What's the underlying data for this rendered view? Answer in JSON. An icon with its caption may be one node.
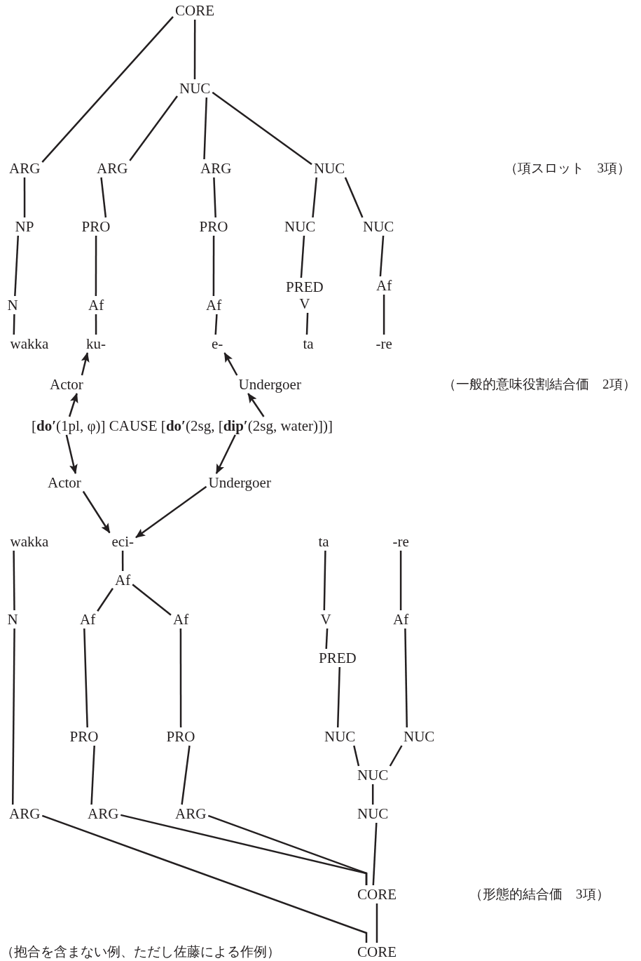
{
  "diagram": {
    "nodes": [
      {
        "text": [
          "CORE"
        ]
      },
      {
        "text": [
          "NUC"
        ]
      },
      {
        "text": [
          "ARG"
        ]
      },
      {
        "text": [
          "ARG"
        ]
      },
      {
        "text": [
          "ARG"
        ]
      },
      {
        "text": [
          "NUC"
        ]
      },
      {
        "text": [
          "NP"
        ]
      },
      {
        "text": [
          "PRO"
        ]
      },
      {
        "text": [
          "PRO"
        ]
      },
      {
        "text": [
          "NUC"
        ]
      },
      {
        "text": [
          "NUC"
        ]
      },
      {
        "text": [
          "N"
        ]
      },
      {
        "text": [
          "Af"
        ]
      },
      {
        "text": [
          "Af"
        ]
      },
      {
        "text": [
          "PRED",
          "V"
        ]
      },
      {
        "text": [
          "Af"
        ]
      },
      {
        "text": [
          "wakka"
        ]
      },
      {
        "text": [
          "ku-"
        ]
      },
      {
        "text": [
          "e-"
        ]
      },
      {
        "text": [
          "ta"
        ]
      },
      {
        "text": [
          "-re"
        ]
      },
      {
        "text": [
          "Actor"
        ]
      },
      {
        "text": [
          "Undergoer"
        ]
      },
      {
        "text": [
          "[**do′**(1pl, φ)] CAUSE [**do′**(2sg, [**dip′**(2sg, water)])]"
        ]
      },
      {
        "text": [
          "Actor"
        ]
      },
      {
        "text": [
          "Undergoer"
        ]
      },
      {
        "text": [
          "wakka"
        ]
      },
      {
        "text": [
          "eci-"
        ]
      },
      {
        "text": [
          "ta"
        ]
      },
      {
        "text": [
          "-re"
        ]
      },
      {
        "text": [
          "Af"
        ]
      },
      {
        "text": [
          "N"
        ]
      },
      {
        "text": [
          "Af"
        ]
      },
      {
        "text": [
          "Af"
        ]
      },
      {
        "text": [
          "V"
        ]
      },
      {
        "text": [
          "Af"
        ]
      },
      {
        "text": [
          "PRED"
        ]
      },
      {
        "text": [
          "PRO"
        ]
      },
      {
        "text": [
          "PRO"
        ]
      },
      {
        "text": [
          "NUC"
        ]
      },
      {
        "text": [
          "NUC"
        ]
      },
      {
        "text": [
          "NUC"
        ]
      },
      {
        "text": [
          "ARG"
        ]
      },
      {
        "text": [
          "ARG"
        ]
      },
      {
        "text": [
          "ARG"
        ]
      },
      {
        "text": [
          "NUC"
        ]
      },
      {
        "text": [
          "CORE"
        ]
      },
      {
        "text": [
          "CORE"
        ]
      }
    ],
    "edges": [
      {
        "from": 0,
        "to": 1,
        "arrow": "none"
      },
      {
        "from": 0,
        "to": 2,
        "arrow": "none"
      },
      {
        "from": 1,
        "to": 3,
        "arrow": "none"
      },
      {
        "from": 1,
        "to": 4,
        "arrow": "none"
      },
      {
        "from": 1,
        "to": 5,
        "arrow": "none"
      },
      {
        "from": 2,
        "to": 6,
        "arrow": "none"
      },
      {
        "from": 3,
        "to": 7,
        "arrow": "none"
      },
      {
        "from": 4,
        "to": 8,
        "arrow": "none"
      },
      {
        "from": 5,
        "to": 9,
        "arrow": "none"
      },
      {
        "from": 5,
        "to": 10,
        "arrow": "none"
      },
      {
        "from": 6,
        "to": 11,
        "arrow": "none"
      },
      {
        "from": 7,
        "to": 12,
        "arrow": "none"
      },
      {
        "from": 8,
        "to": 13,
        "arrow": "none"
      },
      {
        "from": 9,
        "to": 14,
        "arrow": "none"
      },
      {
        "from": 10,
        "to": 15,
        "arrow": "none"
      },
      {
        "from": 11,
        "to": 16,
        "arrow": "none"
      },
      {
        "from": 12,
        "to": 17,
        "arrow": "none"
      },
      {
        "from": 13,
        "to": 18,
        "arrow": "none"
      },
      {
        "from": 14,
        "to": 19,
        "arrow": "none"
      },
      {
        "from": 15,
        "to": 20,
        "arrow": "none"
      },
      {
        "from": 21,
        "to": 17,
        "arrow": "to"
      },
      {
        "from": 22,
        "to": 18,
        "arrow": "to"
      },
      {
        "from": 23,
        "to": 21,
        "arrow": "to"
      },
      {
        "from": 23,
        "to": 22,
        "arrow": "to"
      },
      {
        "from": 23,
        "to": 24,
        "arrow": "to"
      },
      {
        "from": 23,
        "to": 25,
        "arrow": "to"
      },
      {
        "from": 24,
        "to": 27,
        "arrow": "to"
      },
      {
        "from": 25,
        "to": 27,
        "arrow": "to"
      },
      {
        "from": 26,
        "to": 31,
        "arrow": "none"
      },
      {
        "from": 27,
        "to": 30,
        "arrow": "none"
      },
      {
        "from": 28,
        "to": 34,
        "arrow": "none"
      },
      {
        "from": 29,
        "to": 35,
        "arrow": "none"
      },
      {
        "from": 30,
        "to": 32,
        "arrow": "none"
      },
      {
        "from": 30,
        "to": 33,
        "arrow": "none"
      },
      {
        "from": 32,
        "to": 37,
        "arrow": "none"
      },
      {
        "from": 33,
        "to": 38,
        "arrow": "none"
      },
      {
        "from": 34,
        "to": 36,
        "arrow": "none"
      },
      {
        "from": 35,
        "to": 40,
        "arrow": "none"
      },
      {
        "from": 36,
        "to": 39,
        "arrow": "none"
      },
      {
        "from": 37,
        "to": 43,
        "arrow": "none"
      },
      {
        "from": 38,
        "to": 44,
        "arrow": "none"
      },
      {
        "from": 39,
        "to": 41,
        "arrow": "none"
      },
      {
        "from": 40,
        "to": 41,
        "arrow": "none"
      },
      {
        "from": 41,
        "to": 45,
        "arrow": "none"
      },
      {
        "from": 31,
        "to": 42,
        "arrow": "none"
      },
      {
        "from": 43,
        "to": 46,
        "arrow": "none"
      },
      {
        "from": 44,
        "to": 46,
        "arrow": "none"
      },
      {
        "from": 45,
        "to": 46,
        "arrow": "none"
      },
      {
        "from": 42,
        "to": 47,
        "arrow": "none"
      },
      {
        "from": 46,
        "to": 47,
        "arrow": "none"
      }
    ],
    "labels": [
      "（項スロット　3項）",
      "（一般的意味役割結合価　2項）",
      "（形態的結合価　3項）",
      "（抱合を含まない例、ただし佐藤による作例）"
    ]
  }
}
